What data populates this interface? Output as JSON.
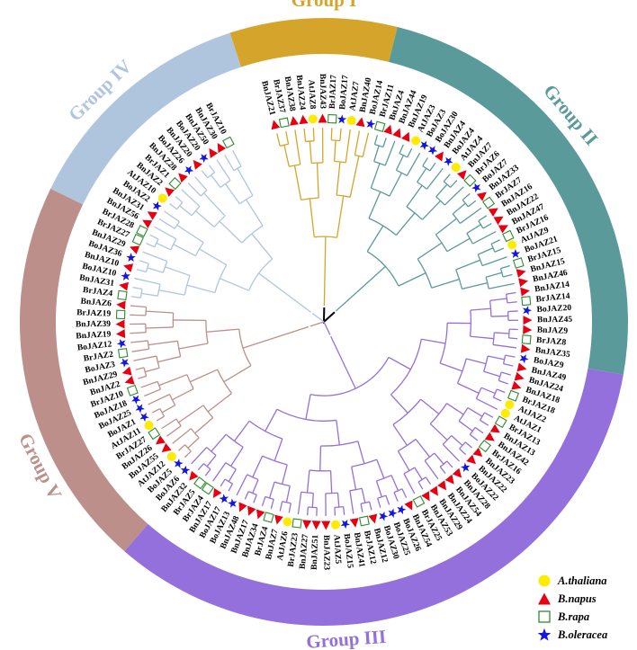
{
  "colors": {
    "group1": "#D4A52A",
    "group2": "#5B9A9A",
    "group3": "#9370DB",
    "group4": "#AFC5DE",
    "group5": "#BC8F8A",
    "trunk": "#000000",
    "athaliana": "#FFEB00",
    "bnapus": "#E60012",
    "brapa": "#2E8B2E",
    "boleracea": "#1515E0"
  },
  "groups": [
    {
      "id": "g1",
      "label": "Group I",
      "color": "#D4A52A",
      "start": 342,
      "end": 14
    },
    {
      "id": "g2",
      "label": "Group II",
      "color": "#5B9A9A",
      "start": 14,
      "end": 100
    },
    {
      "id": "g3",
      "label": "Group III",
      "color": "#9370DB",
      "start": 100,
      "end": 221
    },
    {
      "id": "g5",
      "label": "Group V",
      "color": "#BC8F8A",
      "start": 221,
      "end": 296
    },
    {
      "id": "g4",
      "label": "Group IV",
      "color": "#AFC5DE",
      "start": 296,
      "end": 342
    }
  ],
  "legend": [
    {
      "label": "A.thaliana",
      "shape": "circle",
      "color": "#FFEB00"
    },
    {
      "label": "B.napus",
      "shape": "triangle",
      "color": "#E60012"
    },
    {
      "label": "B.rapa",
      "shape": "square",
      "color": "#2E8B2E"
    },
    {
      "label": "B.oleracea",
      "shape": "star",
      "color": "#1515E0"
    }
  ],
  "leaves": [
    {
      "label": "BnJAZ21",
      "species": "bnapus"
    },
    {
      "label": "BrJAZ37",
      "species": "brapa"
    },
    {
      "label": "BnJAZ38",
      "species": "bnapus"
    },
    {
      "label": "BnJAZ24",
      "species": "bnapus"
    },
    {
      "label": "AtJAZ8",
      "species": "athaliana"
    },
    {
      "label": "BnJAZ43",
      "species": "bnapus"
    },
    {
      "label": "BrJAZ17",
      "species": "brapa"
    },
    {
      "label": "BoJAZ17",
      "species": "boleracea"
    },
    {
      "label": "AtJAZ7",
      "species": "athaliana"
    },
    {
      "label": "BnJAZ40",
      "species": "bnapus"
    },
    {
      "label": "BoJAZ14",
      "species": "boleracea"
    },
    {
      "label": "BrJAZ11",
      "species": "brapa"
    },
    {
      "label": "BnJAZ4",
      "species": "bnapus"
    },
    {
      "label": "BnJAZ44",
      "species": "bnapus"
    },
    {
      "label": "BnJAZ19",
      "species": "bnapus"
    },
    {
      "label": "AtJAZ3",
      "species": "athaliana"
    },
    {
      "label": "BoJAZ3",
      "species": "boleracea"
    },
    {
      "label": "BoJAZ30",
      "species": "boleracea"
    },
    {
      "label": "BnJAZ4",
      "species": "bnapus"
    },
    {
      "label": "BoJAZ4",
      "species": "boleracea"
    },
    {
      "label": "AtJAZ4",
      "species": "athaliana"
    },
    {
      "label": "BnJAZ7",
      "species": "bnapus"
    },
    {
      "label": "BrJAZ6",
      "species": "brapa"
    },
    {
      "label": "BoJAZ7",
      "species": "boleracea"
    },
    {
      "label": "BnJAZ33",
      "species": "bnapus"
    },
    {
      "label": "BrJAZ7",
      "species": "brapa"
    },
    {
      "label": "BnJAZ16",
      "species": "bnapus"
    },
    {
      "label": "BnJAZ22",
      "species": "bnapus"
    },
    {
      "label": "BnJAZ47",
      "species": "bnapus"
    },
    {
      "label": "BrJAZ16",
      "species": "brapa"
    },
    {
      "label": "AtJAZ9",
      "species": "athaliana"
    },
    {
      "label": "BoJAZ21",
      "species": "boleracea"
    },
    {
      "label": "BrJAZ15",
      "species": "brapa"
    },
    {
      "label": "BnJAZ15",
      "species": "bnapus"
    },
    {
      "label": "BnJAZ46",
      "species": "bnapus"
    },
    {
      "label": "BnJAZ14",
      "species": "bnapus"
    },
    {
      "label": "BrJAZ14",
      "species": "brapa"
    },
    {
      "label": "BoJAZ20",
      "species": "boleracea"
    },
    {
      "label": "BnJAZ45",
      "species": "bnapus"
    },
    {
      "label": "BnJAZ9",
      "species": "bnapus"
    },
    {
      "label": "BrJAZ8",
      "species": "brapa"
    },
    {
      "label": "BnJAZ35",
      "species": "bnapus"
    },
    {
      "label": "BoJAZ9",
      "species": "boleracea"
    },
    {
      "label": "BnJAZ49",
      "species": "bnapus"
    },
    {
      "label": "BnJAZ24",
      "species": "bnapus"
    },
    {
      "label": "BnJAZ18",
      "species": "bnapus"
    },
    {
      "label": "BrJAZ18",
      "species": "brapa"
    },
    {
      "label": "AtJAZ2",
      "species": "athaliana"
    },
    {
      "label": "AtJAZ1",
      "species": "athaliana"
    },
    {
      "label": "BrJAZ13",
      "species": "brapa"
    },
    {
      "label": "BnJAZ13",
      "species": "bnapus"
    },
    {
      "label": "BnJAZ42",
      "species": "bnapus"
    },
    {
      "label": "BrJAZ16",
      "species": "brapa"
    },
    {
      "label": "BnJAZ23",
      "species": "bnapus"
    },
    {
      "label": "BnJAZ22",
      "species": "bnapus"
    },
    {
      "label": "BoJAZ22",
      "species": "boleracea"
    },
    {
      "label": "BnJAZ28",
      "species": "bnapus"
    },
    {
      "label": "BnJAZ54",
      "species": "bnapus"
    },
    {
      "label": "BnJAZ24",
      "species": "bnapus"
    },
    {
      "label": "BnJAZ29",
      "species": "bnapus"
    },
    {
      "label": "BnJAZ53",
      "species": "bnapus"
    },
    {
      "label": "BrJAZ25",
      "species": "brapa"
    },
    {
      "label": "BnJAZ54",
      "species": "bnapus"
    },
    {
      "label": "BoJAZ26",
      "species": "boleracea"
    },
    {
      "label": "BoJAZ25",
      "species": "boleracea"
    },
    {
      "label": "BoJAZ30",
      "species": "boleracea"
    },
    {
      "label": "BnJAZ12",
      "species": "bnapus"
    },
    {
      "label": "BrJAZ12",
      "species": "brapa"
    },
    {
      "label": "BnJAZ41",
      "species": "bnapus"
    },
    {
      "label": "BoJAZ15",
      "species": "boleracea"
    },
    {
      "label": "AtJAZ5",
      "species": "athaliana"
    },
    {
      "label": "BnJAZ23",
      "species": "bnapus"
    },
    {
      "label": "BnJAZ51",
      "species": "bnapus"
    },
    {
      "label": "BnJAZ27",
      "species": "bnapus"
    },
    {
      "label": "BrJAZ23",
      "species": "brapa"
    },
    {
      "label": "AtJAZ6",
      "species": "athaliana"
    },
    {
      "label": "BnJAZ7",
      "species": "bnapus"
    },
    {
      "label": "BrJAZ4",
      "species": "brapa"
    },
    {
      "label": "BnJAZ34",
      "species": "bnapus"
    },
    {
      "label": "BnJAZ17",
      "species": "bnapus"
    },
    {
      "label": "BnJAZ48",
      "species": "bnapus"
    },
    {
      "label": "BoJAZ13",
      "species": "boleracea"
    },
    {
      "label": "BoJAZ17",
      "species": "boleracea"
    },
    {
      "label": "BnJAZ17",
      "species": "bnapus"
    },
    {
      "label": "BrJAZ4",
      "species": "brapa"
    },
    {
      "label": "BrJAZ5",
      "species": "brapa"
    },
    {
      "label": "BnJAZ32",
      "species": "bnapus"
    },
    {
      "label": "BoJAZ6",
      "species": "boleracea"
    },
    {
      "label": "BoJAZ5",
      "species": "boleracea"
    },
    {
      "label": "AtJAZ12",
      "species": "athaliana"
    },
    {
      "label": "BnJAZ55",
      "species": "bnapus"
    },
    {
      "label": "BnJAZ26",
      "species": "bnapus"
    },
    {
      "label": "BrJAZ27",
      "species": "brapa"
    },
    {
      "label": "AtJAZ11",
      "species": "athaliana"
    },
    {
      "label": "BoJAZ1",
      "species": "boleracea"
    },
    {
      "label": "BoJAZ25",
      "species": "boleracea"
    },
    {
      "label": "BoJAZ18",
      "species": "boleracea"
    },
    {
      "label": "BrJAZ10",
      "species": "brapa"
    },
    {
      "label": "BnJAZ2",
      "species": "bnapus"
    },
    {
      "label": "BnJAZ29",
      "species": "bnapus"
    },
    {
      "label": "BoJAZ3",
      "species": "boleracea"
    },
    {
      "label": "BrJAZ2",
      "species": "brapa"
    },
    {
      "label": "BoJAZ12",
      "species": "boleracea"
    },
    {
      "label": "BnJAZ19",
      "species": "bnapus"
    },
    {
      "label": "BnJAZ39",
      "species": "bnapus"
    },
    {
      "label": "BrJAZ19",
      "species": "brapa"
    },
    {
      "label": "BnJAZ6",
      "species": "bnapus"
    },
    {
      "label": "BrJAZ4",
      "species": "brapa"
    },
    {
      "label": "BnJAZ31",
      "species": "bnapus"
    },
    {
      "label": "BoJAZ10",
      "species": "boleracea"
    },
    {
      "label": "BnJAZ10",
      "species": "bnapus"
    },
    {
      "label": "BoJAZ36",
      "species": "boleracea"
    },
    {
      "label": "BnJAZ29",
      "species": "bnapus"
    },
    {
      "label": "BrJAZ27",
      "species": "brapa"
    },
    {
      "label": "BrJAZ28",
      "species": "brapa"
    },
    {
      "label": "BnJAZ56",
      "species": "bnapus"
    },
    {
      "label": "BnJAZ31",
      "species": "bnapus"
    },
    {
      "label": "BoJAZ2",
      "species": "boleracea"
    },
    {
      "label": "AtJAZ10",
      "species": "athaliana"
    },
    {
      "label": "BnJAZ2",
      "species": "bnapus"
    },
    {
      "label": "BrJAZ1",
      "species": "brapa"
    },
    {
      "label": "BnJAZ28",
      "species": "bnapus"
    },
    {
      "label": "BoJAZ26",
      "species": "boleracea"
    },
    {
      "label": "BnJAZ20",
      "species": "bnapus"
    },
    {
      "label": "BoJAZ20",
      "species": "boleracea"
    },
    {
      "label": "BnJAZ50",
      "species": "bnapus"
    },
    {
      "label": "BnJAZ30",
      "species": "bnapus"
    },
    {
      "label": "BrJAZ10",
      "species": "brapa"
    }
  ]
}
